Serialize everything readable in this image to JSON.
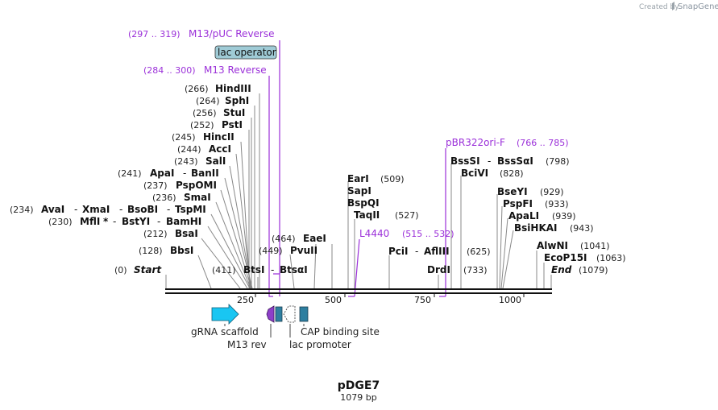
{
  "credit": {
    "created_by": "Created by",
    "brand": "SnapGene"
  },
  "plasmid": {
    "name": "pDGE7",
    "length": "1079 bp"
  },
  "axis": {
    "ticks": [
      "250",
      "500",
      "750",
      "1000"
    ]
  },
  "primers": [
    {
      "range": "(297 .. 319)",
      "name": "M13/pUC Reverse"
    },
    {
      "range": "(284 .. 300)",
      "name": "M13 Reverse"
    },
    {
      "range": "(766 .. 785)",
      "name": "pBR322ori-F"
    },
    {
      "range": "(515 .. 532)",
      "name": ""
    },
    {
      "range": "",
      "name": "L4440"
    }
  ],
  "lac_operator": "lac operator",
  "sites_left": [
    {
      "pos": "(266)",
      "name": "HindIII"
    },
    {
      "pos": "(264)",
      "name": "SphI"
    },
    {
      "pos": "(256)",
      "name": "StuI"
    },
    {
      "pos": "(252)",
      "name": "PstI"
    },
    {
      "pos": "(245)",
      "name": "HincII"
    },
    {
      "pos": "(244)",
      "name": "AccI"
    },
    {
      "pos": "(243)",
      "name": "SalI"
    },
    {
      "pos": "(237)",
      "name": "PspOMI"
    },
    {
      "pos": "(236)",
      "name": "SmaI"
    },
    {
      "pos": "(212)",
      "name": "BsaI"
    },
    {
      "pos": "(128)",
      "name": "BbsI"
    }
  ],
  "multi_sites": {
    "apai": {
      "pos": "(241)",
      "a": "ApaI",
      "sep": "-",
      "b": "BanII"
    },
    "avai": {
      "pos": "(234)",
      "a": "AvaI",
      "b": "XmaI",
      "c": "BsoBI",
      "d": "TspMI",
      "sep": "-"
    },
    "mfli": {
      "pos": "(230)",
      "a": "MflI",
      "star": "*",
      "b": "BstYI",
      "c": "BamHI",
      "sep": "-"
    },
    "btsi": {
      "pos": "(411)",
      "a": "BtsI",
      "sep": "-",
      "b": "BtsαI"
    },
    "bsssi": {
      "a": "BssSI",
      "sep": "-",
      "b": "BssSαI",
      "pos": "(798)"
    },
    "pcii": {
      "a": "PciI",
      "sep": "-",
      "b": "AflIII",
      "pos": "(625)"
    }
  },
  "sites_middle": [
    {
      "pos": "(464)",
      "name": "EaeI"
    },
    {
      "pos": "(449)",
      "name": "PvuII"
    },
    {
      "pos": "(509)",
      "name": "EarI"
    },
    {
      "pos": "",
      "name": "SapI"
    },
    {
      "pos": "",
      "name": "BspQI"
    },
    {
      "pos": "(527)",
      "name": "TaqII"
    },
    {
      "pos": "(733)",
      "name": "DrdI"
    },
    {
      "pos": "(828)",
      "name": "BciVI"
    }
  ],
  "sites_right": [
    {
      "pos": "(929)",
      "name": "BseYI"
    },
    {
      "pos": "(933)",
      "name": "PspFI"
    },
    {
      "pos": "(939)",
      "name": "ApaLI"
    },
    {
      "pos": "(943)",
      "name": "BsiHKAI"
    },
    {
      "pos": "(1041)",
      "name": "AlwNI"
    },
    {
      "pos": "(1063)",
      "name": "EcoP15I"
    }
  ],
  "start": {
    "pos": "(0)",
    "name": "Start"
  },
  "end": {
    "name": "End",
    "pos": "(1079)"
  },
  "features": {
    "grna": "gRNA scaffold",
    "m13rev": "M13 rev",
    "cap": "CAP binding site",
    "lacprom": "lac promoter"
  },
  "colors": {
    "primer": "#9b30d9",
    "grna": "#19c6f2",
    "m13rev": "#8e3fc9",
    "cap": "#2e7fa0",
    "lacop": "#9fcbd6"
  }
}
